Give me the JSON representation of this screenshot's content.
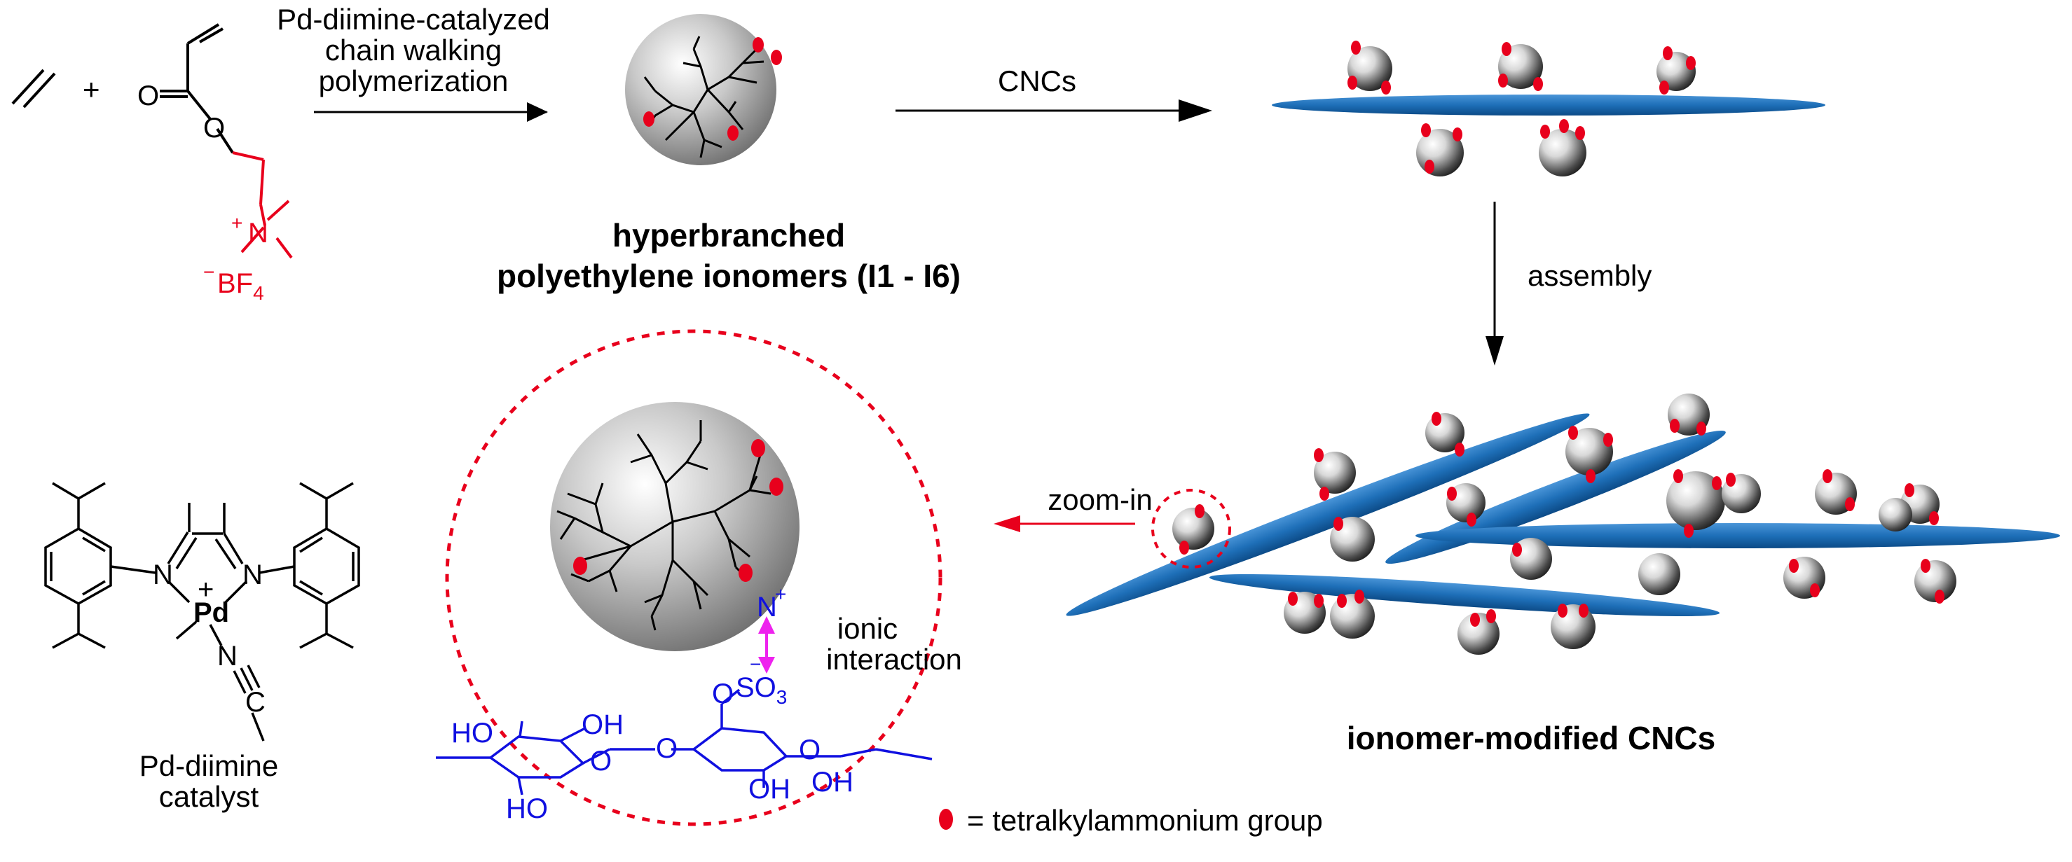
{
  "reaction_arrow": {
    "line1": "Pd-diimine-catalyzed",
    "line2": "chain walking",
    "line3": "polymerization"
  },
  "plus_sign": "+",
  "monomer": {
    "oxygen": "O",
    "nitrogen": "N",
    "charge_plus": "+",
    "charge_minus": "−",
    "counterion": "BF",
    "counterion_sub": "4"
  },
  "product_label": {
    "line1": "hyperbranched",
    "line2": "polyethylene ionomers (I1 - I6)"
  },
  "cnc_arrow_label": "CNCs",
  "assembly_label": "assembly",
  "zoom_label": "zoom-in",
  "catalyst": {
    "pd": "Pd",
    "plus": "+",
    "n": "N",
    "c": "C",
    "line1": "Pd-diimine",
    "line2": "catalyst"
  },
  "zoom_detail": {
    "n_plus": "N",
    "n_plus_charge": "+",
    "ionic_line1": "ionic",
    "ionic_line2": "interaction",
    "so3": "SO",
    "so3_sub": "3",
    "so3_charge": "−",
    "o_link": "O",
    "ho_1": "HO",
    "oh_1": "OH",
    "o_ring1": "O",
    "o_bridge": "O",
    "o_ring2": "O",
    "oh_2": "OH",
    "oh_3": "OH",
    "ho_2": "HO"
  },
  "modified_label": "ionomer-modified CNCs",
  "legend_text": "= tetralkylammonium group",
  "colors": {
    "red": "#e8001c",
    "blue_rod": "#1e6fb8",
    "sugar_blue": "#1010e0",
    "magenta": "#ee22ee"
  }
}
